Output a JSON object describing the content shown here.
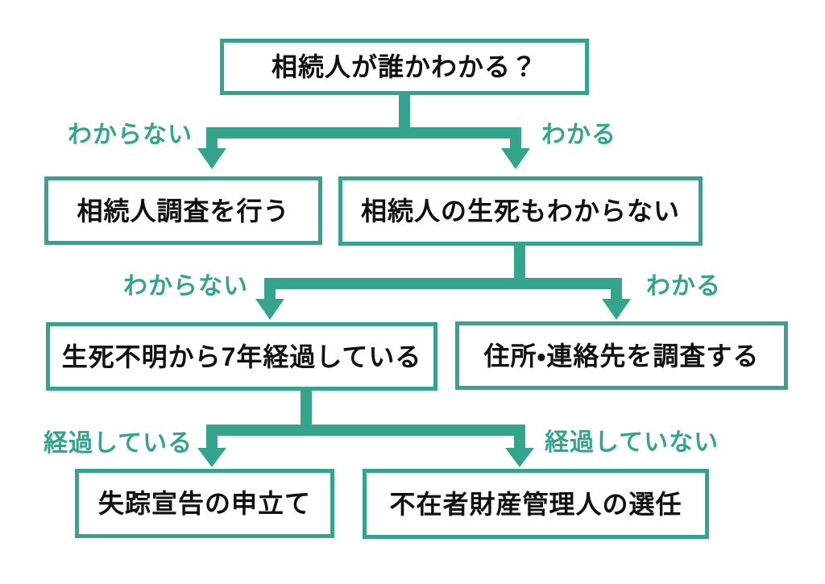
{
  "colors": {
    "accent": "#34a58c",
    "node_border": "#34a58c",
    "node_text": "#111111",
    "background": "#ffffff"
  },
  "flowchart": {
    "nodes": [
      {
        "id": "q-know-heir",
        "label": "相続人が誰かわかる？"
      },
      {
        "id": "investigate-heir",
        "label": "相続人調査を行う"
      },
      {
        "id": "q-heir-life-death-unknown",
        "label": "相続人の生死もわからない"
      },
      {
        "id": "q-seven-years-passed",
        "label": "生死不明から7年経過している"
      },
      {
        "id": "investigate-address-contact",
        "label": "住所・連絡先を調査する"
      },
      {
        "id": "petition-disappearance-declaration",
        "label": "失踪宣告の申立て"
      },
      {
        "id": "appoint-absentee-property-manager",
        "label": "不在者財産管理人の選任"
      }
    ],
    "branch_labels": [
      {
        "id": "level1-left",
        "label": "わからない"
      },
      {
        "id": "level1-right",
        "label": "わかる"
      },
      {
        "id": "level2-left",
        "label": "わからない"
      },
      {
        "id": "level2-right",
        "label": "わかる"
      },
      {
        "id": "level3-left",
        "label": "経過している"
      },
      {
        "id": "level3-right",
        "label": "経過していない"
      }
    ]
  }
}
